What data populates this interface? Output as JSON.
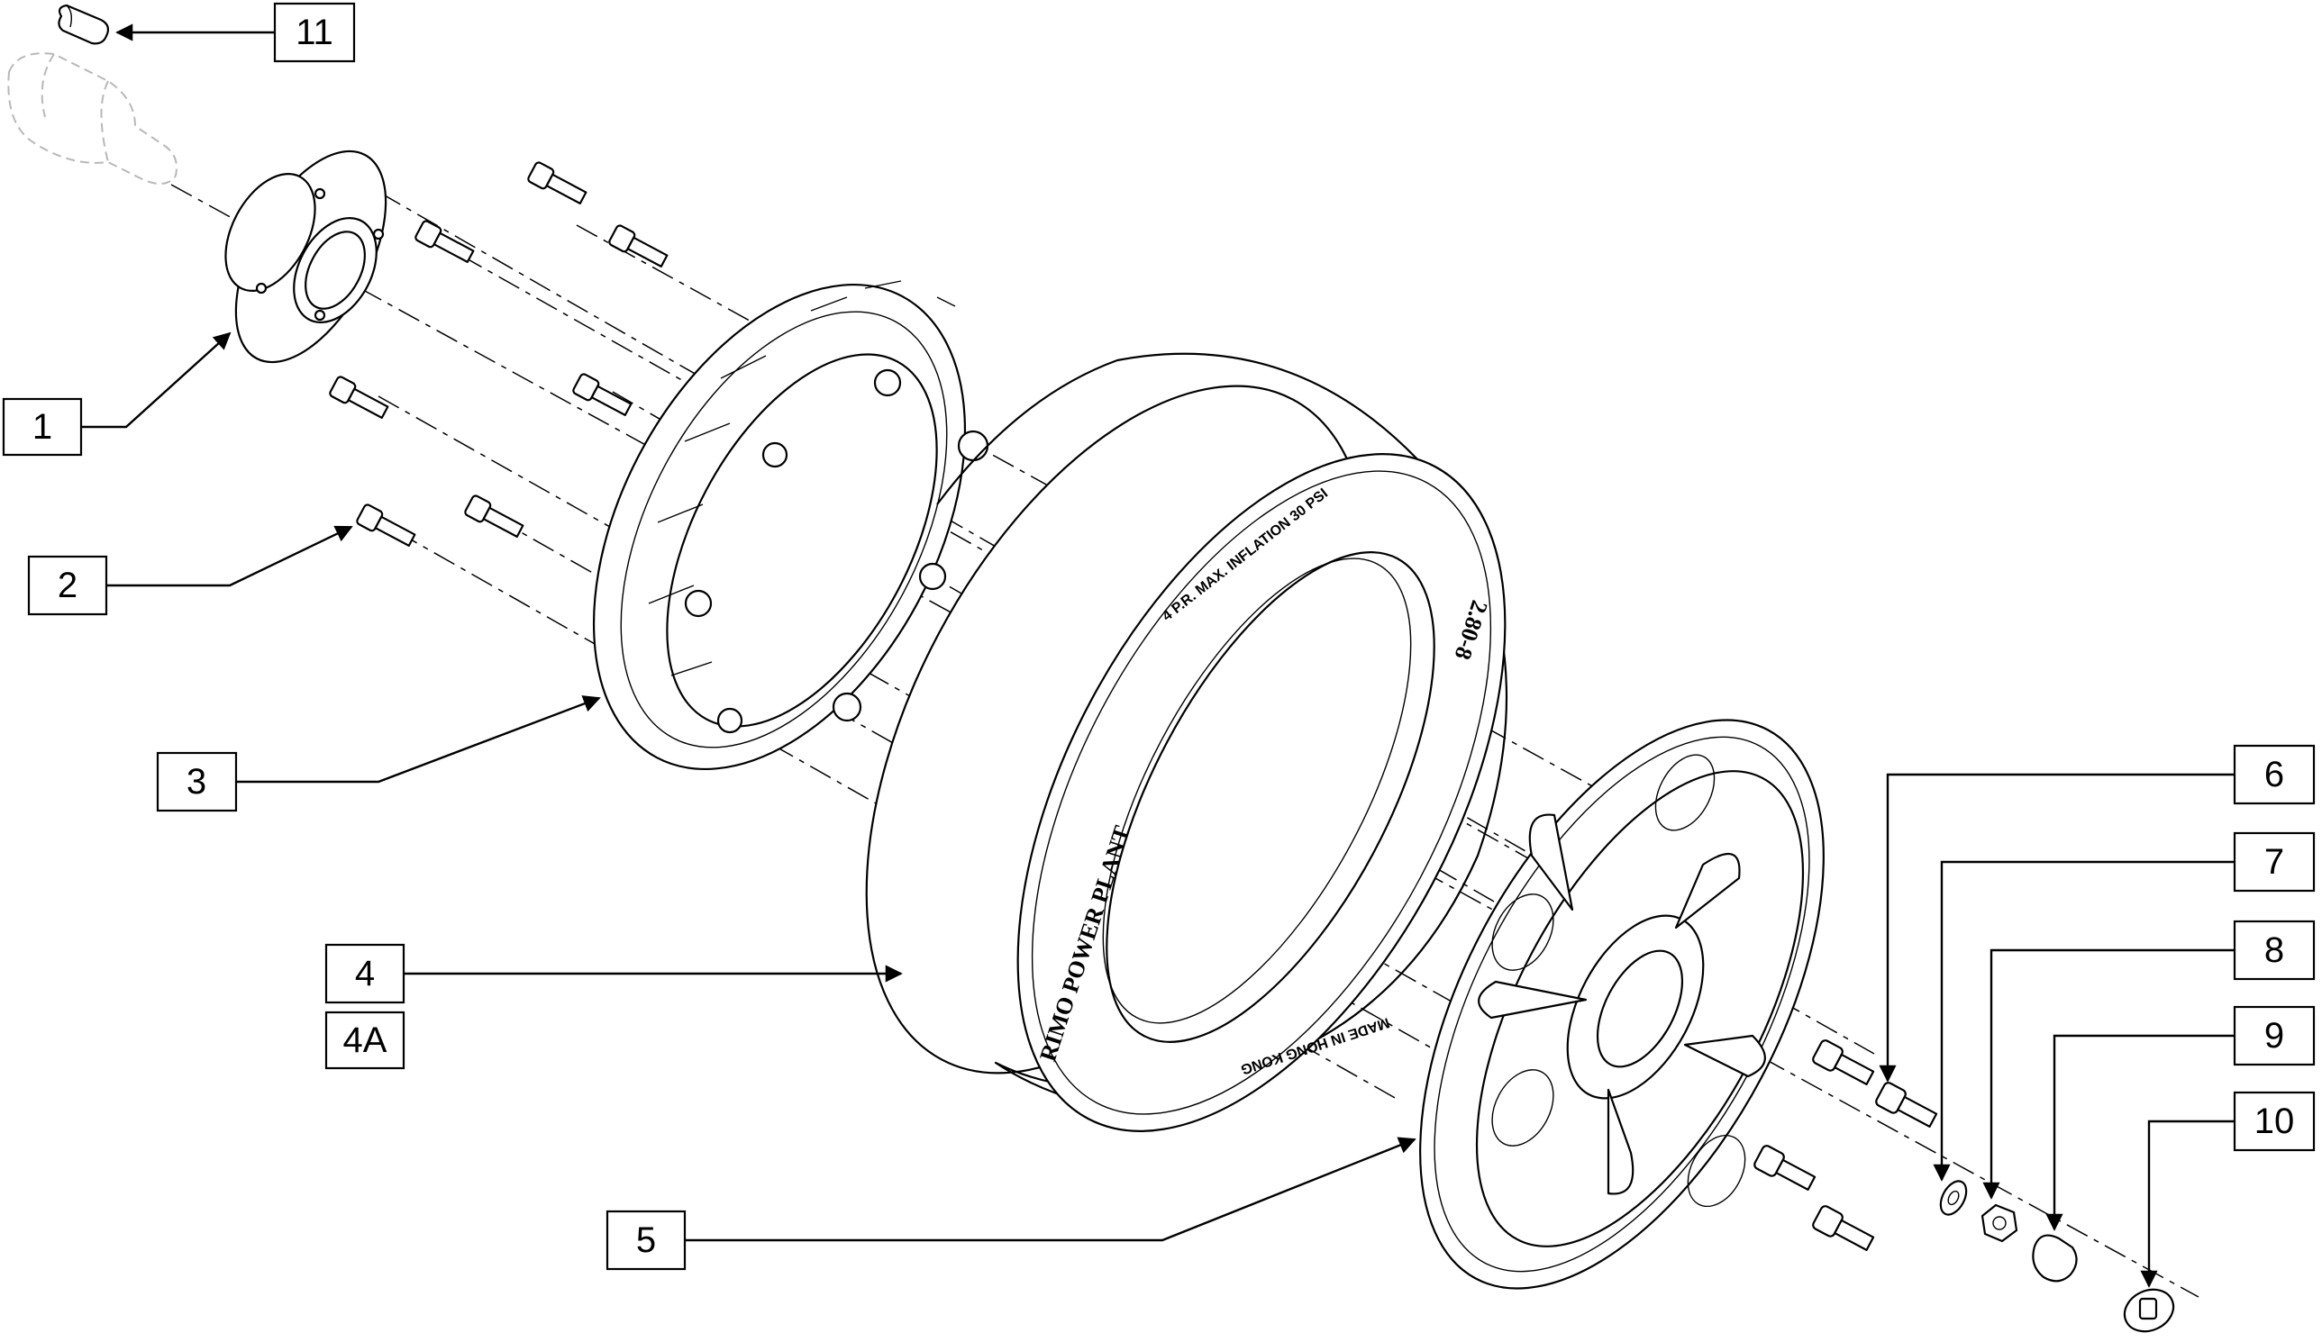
{
  "callouts": [
    {
      "id": "c1",
      "label": "1"
    },
    {
      "id": "c2",
      "label": "2"
    },
    {
      "id": "c3",
      "label": "3"
    },
    {
      "id": "c4",
      "label": "4"
    },
    {
      "id": "c4a",
      "label": "4A"
    },
    {
      "id": "c5",
      "label": "5"
    },
    {
      "id": "c6",
      "label": "6"
    },
    {
      "id": "c7",
      "label": "7"
    },
    {
      "id": "c8",
      "label": "8"
    },
    {
      "id": "c9",
      "label": "9"
    },
    {
      "id": "c10",
      "label": "10"
    },
    {
      "id": "c11",
      "label": "11"
    }
  ],
  "tire_markings": {
    "brand": "RIMO POWER PLANT",
    "size": "2.80-8",
    "inflation": "4 P.R. MAX. INFLATION 30 PSI",
    "made": "MADE IN HONG KONG"
  },
  "colors": {
    "line": "#000000",
    "background": "#ffffff",
    "ghost": "#b8b8b8"
  }
}
